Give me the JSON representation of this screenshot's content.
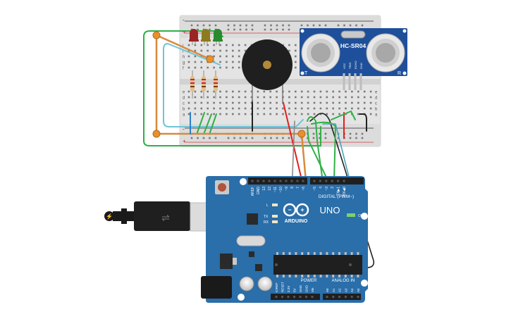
{
  "breadboard": {
    "row_letters_top": [
      "j",
      "i",
      "h",
      "g",
      "f"
    ],
    "row_letters_bottom": [
      "e",
      "d",
      "c",
      "b",
      "a"
    ],
    "rail_plus": "+",
    "rail_minus": "-"
  },
  "sensor": {
    "model": "HC-SR04",
    "pin_labels": [
      "VCC",
      "TRIG",
      "ECHO",
      "GND"
    ],
    "left_mark": "T",
    "right_mark": "R"
  },
  "arduino": {
    "brand": "ARDUINO",
    "model": "UNO",
    "digital_label": "DIGITAL (PWM~)",
    "power_label": "POWER",
    "analog_label": "ANALOG IN",
    "top_header_labels": [
      "AREF",
      "GND",
      "13",
      "12",
      "~11",
      "~10",
      "~9",
      "8",
      "7",
      "~6",
      "~5",
      "4",
      "~3",
      "2",
      "TX▶1",
      "RX◀0"
    ],
    "power_pins": [
      "IOREF",
      "RESET",
      "3.3V",
      "5V",
      "GND",
      "GND",
      "Vin"
    ],
    "analog_pins": [
      "A0",
      "A1",
      "A2",
      "A3",
      "A4",
      "A5"
    ],
    "led_labels": [
      "L",
      "TX",
      "RX"
    ],
    "on_label": "ON"
  },
  "colors": {
    "board_blue": "#2a6eaa",
    "wire_orange": "#d88a3c",
    "wire_green": "#2fb045",
    "wire_cyan": "#6ec4d8",
    "wire_red": "#e02020",
    "wire_black": "#222222",
    "wire_gray": "#8a8a8a",
    "sensor_blue": "#1e4f9a"
  },
  "leds": [
    {
      "color": "#9b2424",
      "name": "red"
    },
    {
      "color": "#8c7a1e",
      "name": "yellow"
    },
    {
      "color": "#2a8a2e",
      "name": "green"
    }
  ]
}
